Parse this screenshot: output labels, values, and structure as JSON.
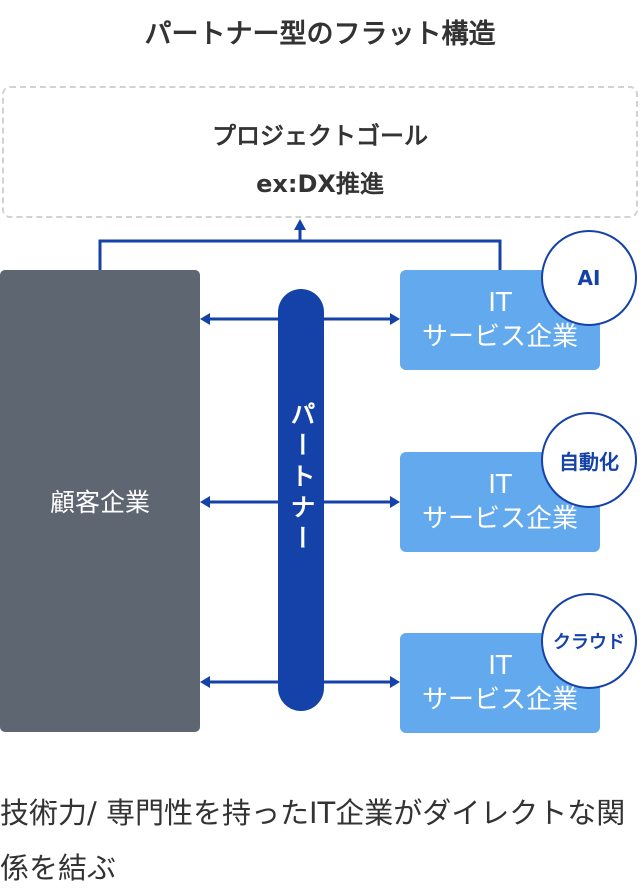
{
  "title": "パートナー型のフラット構造",
  "goal": {
    "line1": "プロジェクトゴール",
    "line2": "ex:DX推進"
  },
  "customer": {
    "label": "顧客企業"
  },
  "partner": {
    "label": "パートナー"
  },
  "it_services": [
    {
      "line1": "IT",
      "line2": "サービス企業",
      "badge": "AI"
    },
    {
      "line1": "IT",
      "line2": "サービス企業",
      "badge": "自動化"
    },
    {
      "line1": "IT",
      "line2": "サービス企業",
      "badge": "クラウド"
    }
  ],
  "caption": "技術力/ 専門性を持ったIT企業がダイレクトな関係を結ぶ",
  "colors": {
    "customer": "#5e6671",
    "partner": "#1542a8",
    "it_box": "#63a9ed",
    "arrow": "#1542a8",
    "goal_border": "#cfd3d8"
  }
}
